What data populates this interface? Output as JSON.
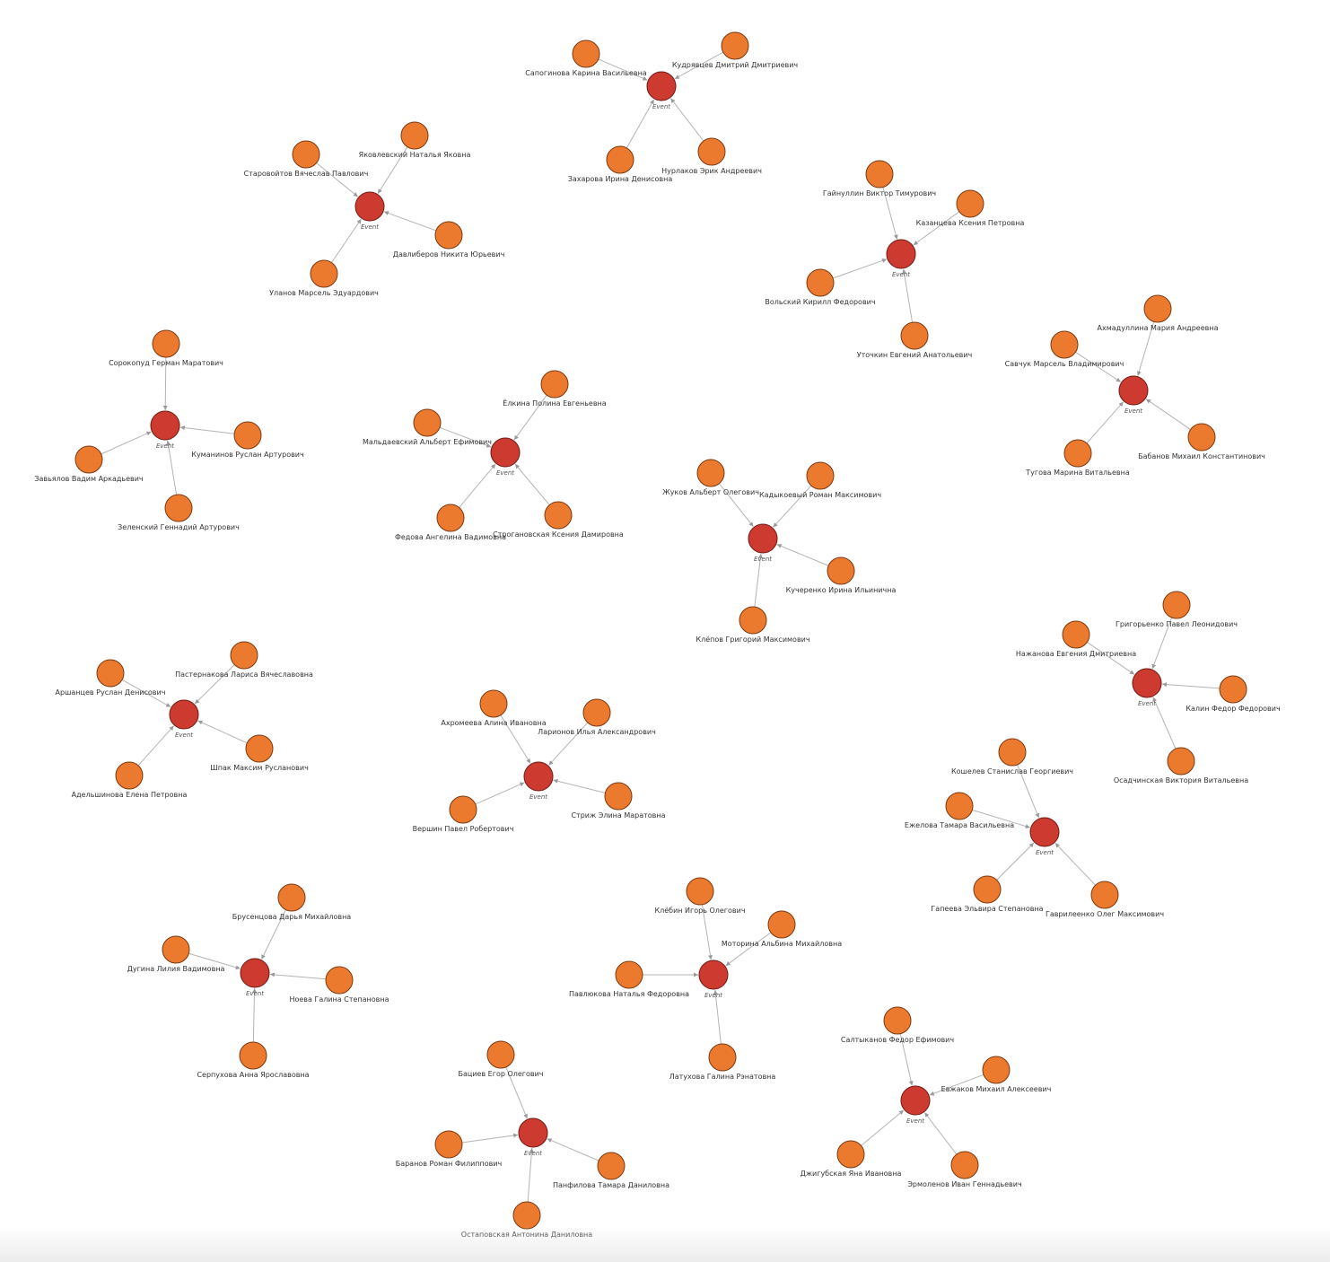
{
  "colors": {
    "hub": "#cc3a30",
    "leaf": "#ec7a2e",
    "edge": "#b4b4b4"
  },
  "clusters": [
    {
      "hub": "Event",
      "leaves": [
        "Сапогинова Карина Васильевна",
        "Кудрявцев Дмитрий Дмитриевич",
        "Захарова Ирина Денисовна",
        "Нурлаков Эрик Андреевич"
      ]
    },
    {
      "hub": "Event",
      "leaves": [
        "Старовойтов Вячеслав Павлович",
        "Яковлевский Наталья Яковна",
        "Давлиберов Никита Юрьевич",
        "Уланов Марсель Эдуардович"
      ]
    },
    {
      "hub": "Event",
      "leaves": [
        "Гайнуллин Виктор Тимурович",
        "Казанцева Ксения Петровна",
        "Вольский Кирилл Федорович",
        "Уточкин Евгений Анатольевич"
      ]
    },
    {
      "hub": "Event",
      "leaves": [
        "Савчук Марсель Владимирович",
        "Ахмадуллина Мария Андреевна",
        "Тугова Марина Витальевна",
        "Бабанов Михаил Константинович"
      ]
    },
    {
      "hub": "Event",
      "leaves": [
        "Сорокопуд Герман Маратович",
        "Куманинов Руслан Артурович",
        "Завьялов Вадим Аркадьевич",
        "Зеленский Геннадий Артурович"
      ]
    },
    {
      "hub": "Event",
      "leaves": [
        "Мальдаевский Альберт Ефимович",
        "Ёлкина Полина Евгеньевна",
        "Федова Ангелина Вадимовна",
        "Строгановская Ксения Дамировна"
      ]
    },
    {
      "hub": "Event",
      "leaves": [
        "Жуков Альберт Олегович",
        "Кадыкоевый Роман Максимович",
        "Кучеренко Ирина Ильинична",
        "Клёпов Григорий Максимович"
      ]
    },
    {
      "hub": "Event",
      "leaves": [
        "Нажанова Евгения Дмитриевна",
        "Григорьенко Павел Леонидович",
        "Калин Федор Федорович",
        "Осадчинская Виктория Витальевна"
      ]
    },
    {
      "hub": "Event",
      "leaves": [
        "Аршанцев Руслан Денисович",
        "Пастернакова Лариса Вячеславовна",
        "Шпак Максим Русланович",
        "Адельшинова Елена Петровна"
      ]
    },
    {
      "hub": "Event",
      "leaves": [
        "Ахромеева Алина Ивановна",
        "Ларионов Илья Александрович",
        "Вершин Павел Робертович",
        "Стриж Элина Маратовна"
      ]
    },
    {
      "hub": "Event",
      "leaves": [
        "Кошелев Станислав Георгиевич",
        "Ежелова Тамара Васильевна",
        "Гапеева Эльвира Степановна",
        "Гаврилеенко Олег Максимович"
      ]
    },
    {
      "hub": "Event",
      "leaves": [
        "Брусенцова Дарья Михайловна",
        "Дугина Лилия Вадимовна",
        "Ноева Галина Степановна",
        "Серпухова Анна Ярославовна"
      ]
    },
    {
      "hub": "Event",
      "leaves": [
        "Клёбин Игорь Олегович",
        "Моторина Альбина Михайловна",
        "Павлюкова Наталья Федоровна",
        "Латухова Галина Рэнатовна"
      ]
    },
    {
      "hub": "Event",
      "leaves": [
        "Салтыканов Федор Ефимович",
        "Евжаков Михаил Алексеевич",
        "Джигубская Яна Ивановна",
        "Эрмоленов Иван Геннадьевич"
      ]
    },
    {
      "hub": "Event",
      "leaves": [
        "Бациев Егор Олегович",
        "Баранов Роман Филиппович",
        "Панфилова Тамара Даниловна",
        "Остаповская Антонина Даниловна"
      ]
    }
  ]
}
